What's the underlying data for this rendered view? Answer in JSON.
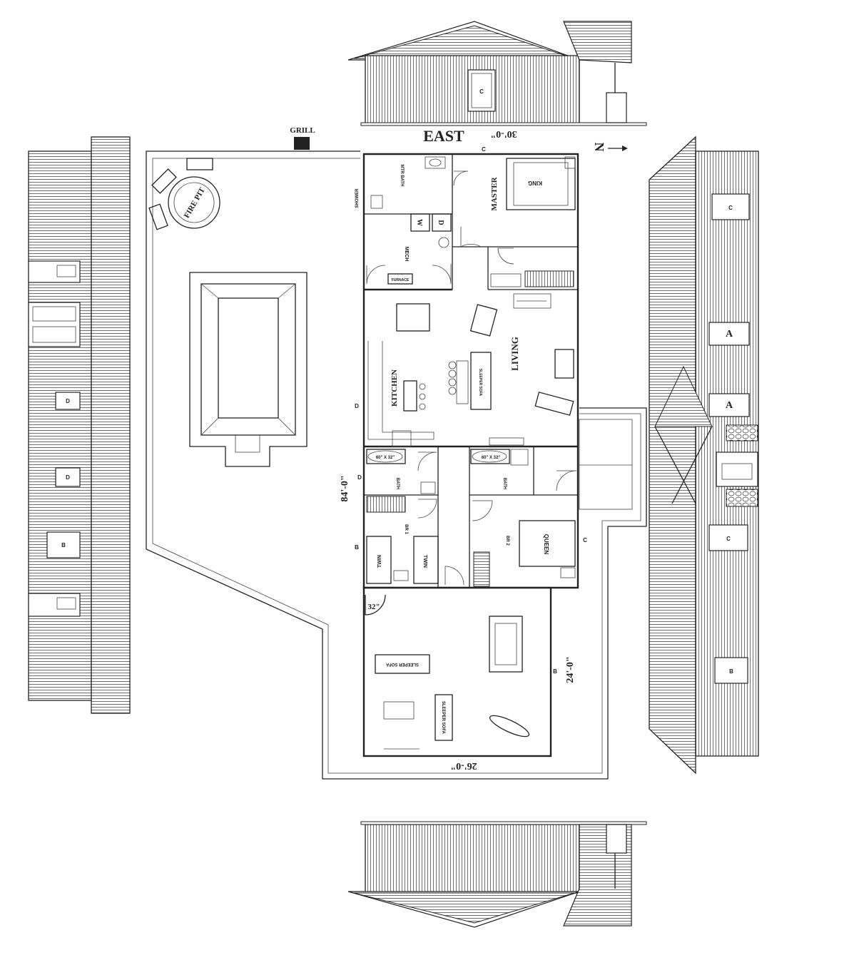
{
  "labels": {
    "grill": "GRILL",
    "east": "EAST",
    "dim_top": "30'-0\"",
    "north": "N",
    "fire_pit": "FIRE PIT",
    "mtr_bath": "MTR BATH",
    "shower": "SHOWER",
    "master": "MASTER",
    "king": "KING",
    "mech": "MECH",
    "furnace": "FURNACE",
    "w": "W",
    "d": "D",
    "kitchen": "KITCHEN",
    "living": "LIVING",
    "sleeper_sofa": "SLEEPER SOFA",
    "bath": "BATH",
    "tub": "60\" X 32\"",
    "br1": "BR 1",
    "br2": "BR 2",
    "twin": "TWIN",
    "queen": "QUEEN",
    "dim_left": "84'-0\"",
    "dim_right": "24'-0\"",
    "dim_bottom": "26'-0\"",
    "door_32": "32\""
  },
  "window_tags": {
    "a": "A",
    "b": "B",
    "c": "C",
    "d": "D"
  }
}
